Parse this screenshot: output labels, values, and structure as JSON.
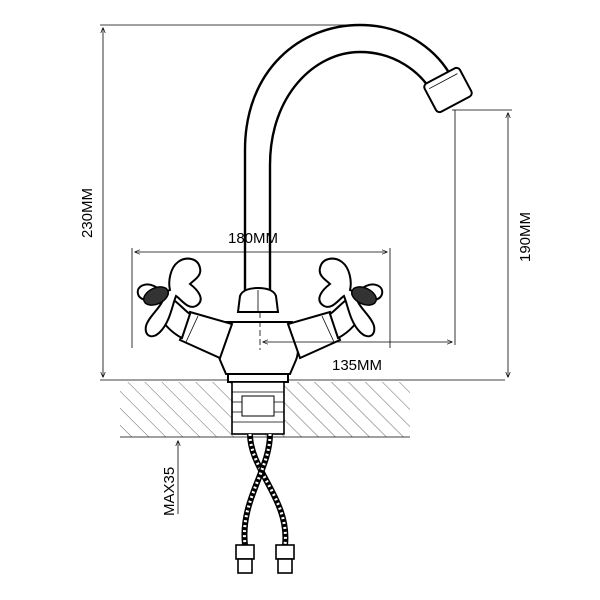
{
  "dimensions": {
    "height_total": "230MM",
    "spout_height": "190MM",
    "handle_span": "180MM",
    "spout_reach": "135MM",
    "max_thickness": "MAX35"
  }
}
